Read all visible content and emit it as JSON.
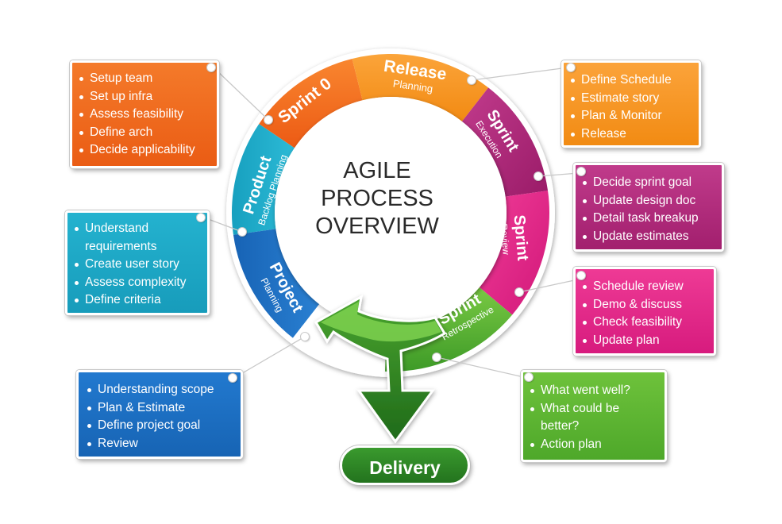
{
  "center": {
    "line1": "AGILE",
    "line2": "PROCESS",
    "line3": "OVERVIEW"
  },
  "delivery": "Delivery",
  "segments": [
    {
      "id": "sprint0",
      "title": "Sprint 0",
      "subtitle": "",
      "color": "#f26a21",
      "items": [
        "Setup team",
        "Set up infra",
        "Assess feasibility",
        "Define arch",
        "Decide applicability"
      ]
    },
    {
      "id": "release",
      "title": "Release",
      "subtitle": "Planning",
      "color": "#f7941d",
      "items": [
        "Define Schedule",
        "Estimate story",
        "Plan & Monitor",
        "Release"
      ]
    },
    {
      "id": "sprint-exec",
      "title": "Sprint",
      "subtitle": "Execution",
      "color": "#b3237a",
      "items": [
        "Decide sprint goal",
        "Update design doc",
        "Detail task breakup",
        "Update estimates"
      ]
    },
    {
      "id": "sprint-review",
      "title": "Sprint",
      "subtitle": "Review",
      "color": "#e3278a",
      "items": [
        "Schedule review",
        "Demo & discuss",
        "Check feasibility",
        "Update plan"
      ]
    },
    {
      "id": "sprint-retro",
      "title": "Sprint",
      "subtitle": "Retrospective",
      "color": "#5fb732",
      "items": [
        "What went well?",
        "What could be",
        "better?",
        "Action plan"
      ]
    },
    {
      "id": "product",
      "title": "Product",
      "subtitle": "Backlog Planning",
      "color": "#1fa9c6",
      "items": [
        "Understand",
        "requirements",
        "Create user story",
        "Assess complexity",
        "Define criteria"
      ]
    },
    {
      "id": "project",
      "title": "Project",
      "subtitle": "Planning",
      "color": "#1b6fc2",
      "items": [
        "Understanding scope",
        "Plan & Estimate",
        "Define project goal",
        "Review"
      ]
    }
  ]
}
